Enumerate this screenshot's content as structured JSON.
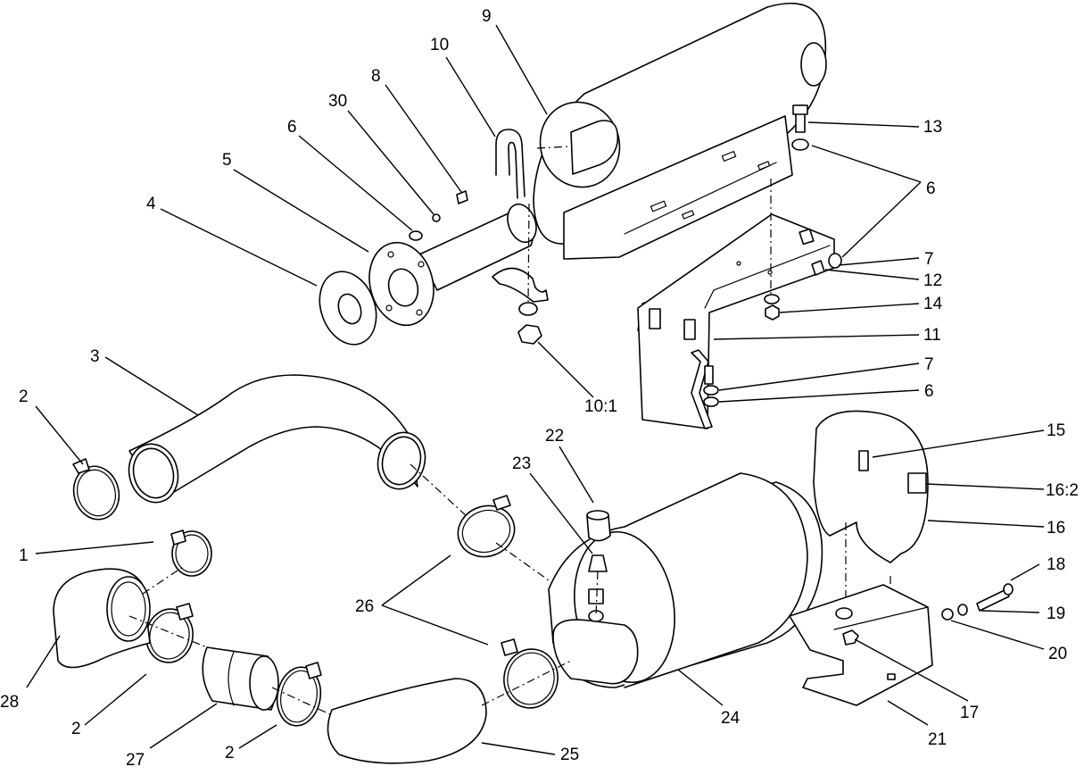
{
  "diagram": {
    "callouts": [
      {
        "id": "c9",
        "text": "9"
      },
      {
        "id": "c10",
        "text": "10"
      },
      {
        "id": "c8",
        "text": "8"
      },
      {
        "id": "c30",
        "text": "30"
      },
      {
        "id": "c6a",
        "text": "6"
      },
      {
        "id": "c5",
        "text": "5"
      },
      {
        "id": "c4",
        "text": "4"
      },
      {
        "id": "c13",
        "text": "13"
      },
      {
        "id": "c6b",
        "text": "6"
      },
      {
        "id": "c7a",
        "text": "7"
      },
      {
        "id": "c12",
        "text": "12"
      },
      {
        "id": "c14",
        "text": "14"
      },
      {
        "id": "c11",
        "text": "11"
      },
      {
        "id": "c7b",
        "text": "7"
      },
      {
        "id": "c6c",
        "text": "6"
      },
      {
        "id": "c10_1",
        "text": "10:1"
      },
      {
        "id": "c3",
        "text": "3"
      },
      {
        "id": "c2a",
        "text": "2"
      },
      {
        "id": "c22",
        "text": "22"
      },
      {
        "id": "c23",
        "text": "23"
      },
      {
        "id": "c15",
        "text": "15"
      },
      {
        "id": "c16_2",
        "text": "16:2"
      },
      {
        "id": "c16",
        "text": "16"
      },
      {
        "id": "c18",
        "text": "18"
      },
      {
        "id": "c19",
        "text": "19"
      },
      {
        "id": "c20",
        "text": "20"
      },
      {
        "id": "c1",
        "text": "1"
      },
      {
        "id": "c26",
        "text": "26"
      },
      {
        "id": "c28",
        "text": "28"
      },
      {
        "id": "c2b",
        "text": "2"
      },
      {
        "id": "c27",
        "text": "27"
      },
      {
        "id": "c2c",
        "text": "2"
      },
      {
        "id": "c25",
        "text": "25"
      },
      {
        "id": "c24",
        "text": "24"
      },
      {
        "id": "c17",
        "text": "17"
      },
      {
        "id": "c21",
        "text": "21"
      }
    ]
  }
}
